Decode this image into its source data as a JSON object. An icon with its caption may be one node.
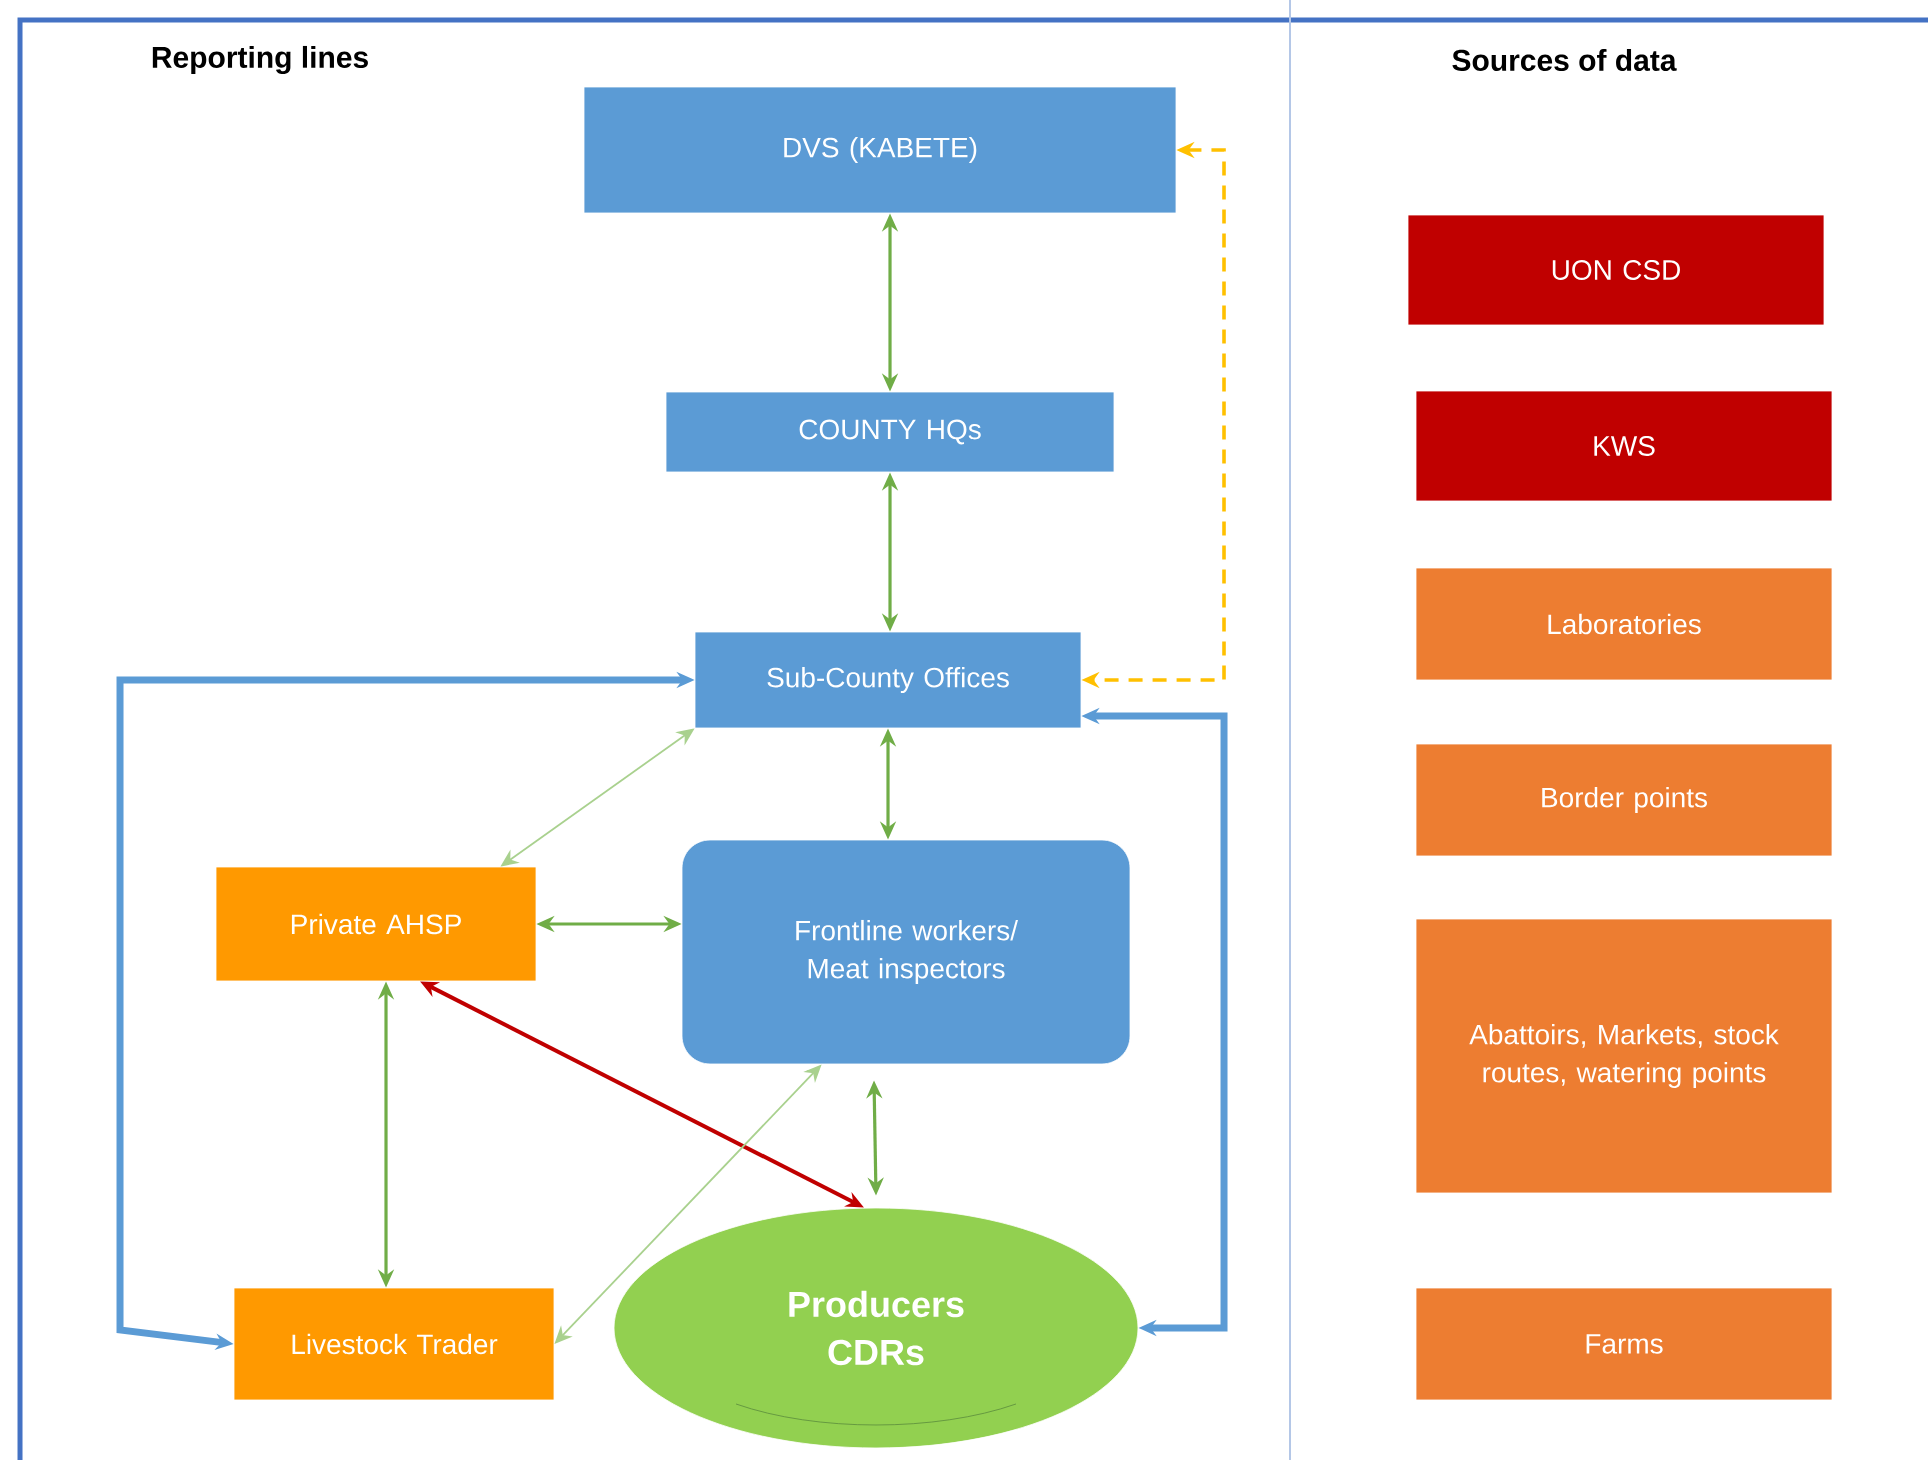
{
  "diagram": {
    "nodes": [
      {
        "text": [
          "DVS (KABETE)"
        ]
      },
      {
        "text": [
          "COUNTY HQs"
        ]
      },
      {
        "text": [
          "Sub-County Offices"
        ]
      },
      {
        "text": [
          "Private AHSP"
        ]
      },
      {
        "text": [
          "Frontline workers/ Meat inspectors"
        ]
      },
      {
        "text": [
          "Livestock Trader"
        ]
      },
      {
        "text": [
          "Producers CDRs"
        ]
      },
      {
        "text": [
          "UON CSD"
        ]
      },
      {
        "text": [
          "KWS"
        ]
      },
      {
        "text": [
          "Laboratories"
        ]
      },
      {
        "text": [
          "Border points"
        ]
      },
      {
        "text": [
          "Abattoirs, Markets, stock routes, watering points"
        ]
      },
      {
        "text": [
          "Farms"
        ]
      }
    ],
    "edges": [
      {
        "from": 0,
        "to": 1,
        "arrow": "both"
      },
      {
        "from": 1,
        "to": 2,
        "arrow": "both"
      },
      {
        "from": 2,
        "to": 4,
        "arrow": "both"
      },
      {
        "from": 3,
        "to": 4,
        "arrow": "both"
      },
      {
        "from": 3,
        "to": 5,
        "arrow": "both"
      },
      {
        "from": 4,
        "to": 6,
        "arrow": "both"
      },
      {
        "from": 3,
        "to": 6,
        "arrow": "both",
        "color": "#c00000"
      },
      {
        "from": 2,
        "to": 3,
        "arrow": "both",
        "color": "#a9d18e"
      },
      {
        "from": 5,
        "to": 4,
        "arrow": "both",
        "color": "#a9d18e"
      },
      {
        "from": 0,
        "to": 2,
        "arrow": "both",
        "style": "dashed",
        "color": "#ffc000"
      },
      {
        "from": 2,
        "to": 5,
        "arrow": "both",
        "style": "thick",
        "color": "#5b9bd5"
      },
      {
        "from": 2,
        "to": 6,
        "arrow": "both",
        "style": "thick",
        "color": "#5b9bd5"
      }
    ],
    "labels": [
      "Reporting lines",
      "Sources of data"
    ]
  }
}
